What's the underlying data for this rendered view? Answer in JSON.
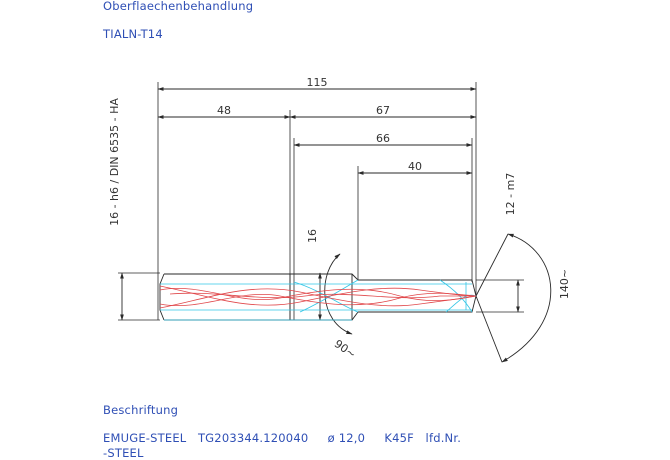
{
  "notes": {
    "surface_heading": "Oberflaechenbehandlung",
    "surface_value": "TIALN-T14",
    "label_heading": "Beschriftung",
    "label_line1": "EMUGE-STEEL   TG203344.120040     ø 12,0     K45F   lfd.Nr.",
    "label_line2": "-STEEL"
  },
  "dimensions": {
    "overall_length": "115",
    "shank_length": "48",
    "body_length": "67",
    "reduced_length": "66",
    "flute_length": "40",
    "shank_diameter_spec": "16 - h6 / DIN 6535 - HA",
    "neck_diameter": "16",
    "cutting_diameter_spec": "12 - m7",
    "point_angle": "140~",
    "chamfer_angle": "90~"
  },
  "colors": {
    "line": "#2a2a2a",
    "edge_cyan": "#33c6e6",
    "helix_red": "#e0474a",
    "text_blue": "#2f4fb5"
  }
}
